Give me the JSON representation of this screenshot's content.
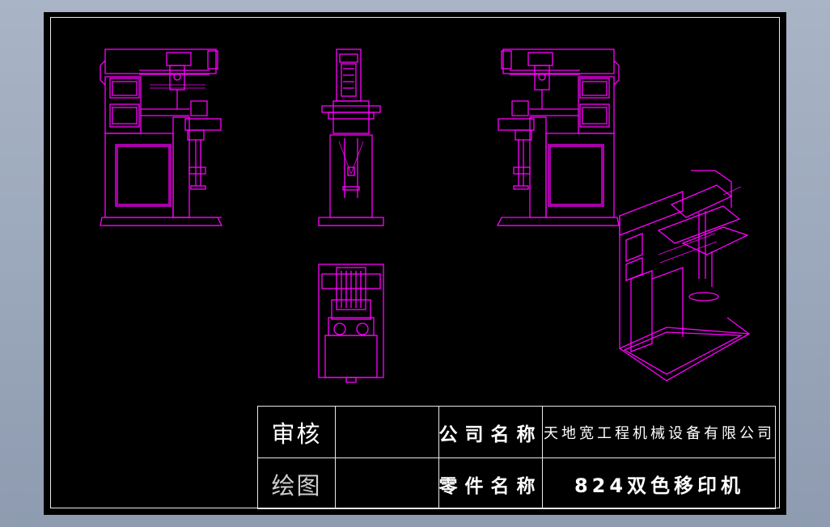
{
  "title_block": {
    "review_label": "审核",
    "draw_label": "绘图",
    "company_label": "公司名称",
    "company_name": "天地宽工程机械设备有限公司",
    "part_label": "零件名称",
    "part_name": "824双色移印机"
  },
  "colors": {
    "background": "#000000",
    "lines": "#ff00ff",
    "frame": "#e8e8e8",
    "window_bg": "#9aa6ba"
  }
}
